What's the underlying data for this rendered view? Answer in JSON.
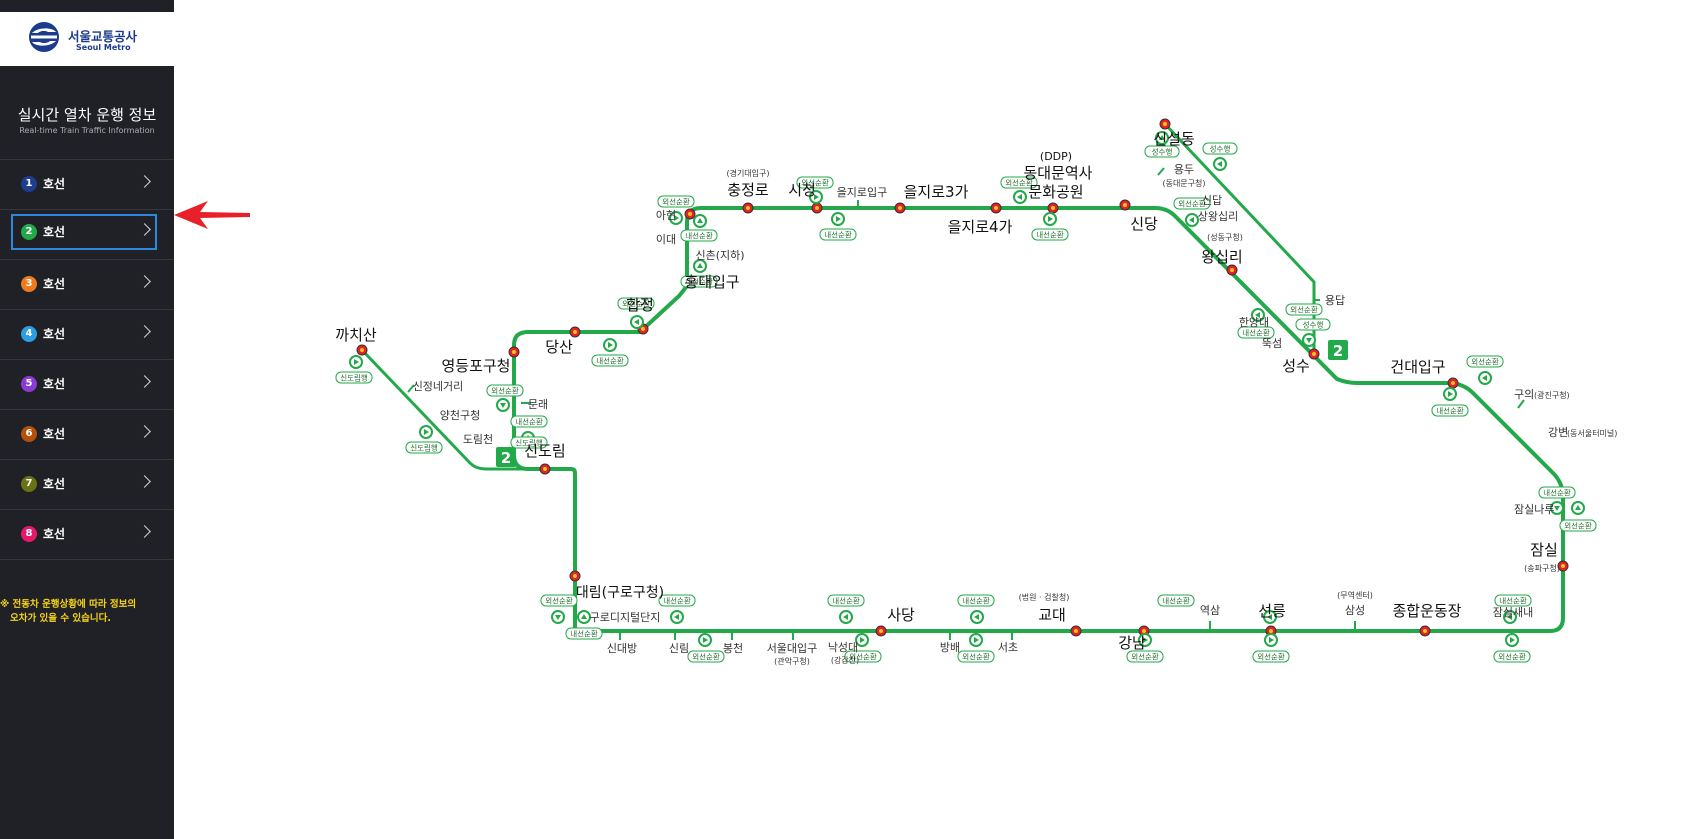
{
  "logo": {
    "name_ko": "서울교통공사",
    "name_en": "Seoul Metro",
    "logo_icon": "seoul-metro-logo"
  },
  "header": {
    "title_ko": "실시간 열차 운행 정보",
    "title_en": "Real-time Train Traffic Information"
  },
  "lines": [
    {
      "num": "1",
      "label": "호선",
      "color": "#1f3c8f"
    },
    {
      "num": "2",
      "label": "호선",
      "color": "#23a84a",
      "selected": true
    },
    {
      "num": "3",
      "label": "호선",
      "color": "#ef7c1c"
    },
    {
      "num": "4",
      "label": "호선",
      "color": "#2d9ee0"
    },
    {
      "num": "5",
      "label": "호선",
      "color": "#8a3bd1"
    },
    {
      "num": "6",
      "label": "호선",
      "color": "#b5500b"
    },
    {
      "num": "7",
      "label": "호선",
      "color": "#697215"
    },
    {
      "num": "8",
      "label": "호선",
      "color": "#e6186c"
    }
  ],
  "notice": {
    "line1": "※ 전동차 운행상황에 따라 정보의",
    "line2": "오차가 있을 수 있습니다."
  },
  "colors": {
    "line2": "#23a84a",
    "sidebar_bg": "#1f2126",
    "selected_border": "#2e86de",
    "notice": "#f5d21a",
    "arrow": "#e8202a"
  },
  "map": {
    "line_badge": "2",
    "pills": {
      "outer": "외선순환",
      "inner": "내선순환",
      "seongsu": "성수행",
      "sindorim": "신도림행"
    },
    "stations": {
      "chungjeongno": "충정로",
      "chungjeongno_sub": "(경기대입구)",
      "cityhall": "시청",
      "euljiro1": "을지로입구",
      "euljiro3": "을지로3가",
      "euljiro4": "을지로4가",
      "ddp_sub": "(DDP)",
      "ddp1": "동대문역사",
      "ddp2": "문화공원",
      "sindang": "신당",
      "sangwangsimni": "상왕십리",
      "wangsimni": "왕십리",
      "wangsimni_sub": "(성동구청)",
      "hanyang": "한양대",
      "ttukseom": "뚝섬",
      "seongsu": "성수",
      "sinseoldong": "신설동",
      "yongdu": "용두",
      "yongdu_sub": "(동대문구청)",
      "sindap": "신답",
      "yongdap": "용답",
      "konkuk": "건대입구",
      "guui": "구의",
      "guui_sub": "(광진구청)",
      "gangbyeon": "강변",
      "gangbyeon_sub": "(동서울터미널)",
      "jamsilnaru": "잠실나루",
      "jamsil": "잠실",
      "jamsil_sub": "(송파구청)",
      "jamsilsaenae": "잠실새내",
      "sports": "종합운동장",
      "samseong": "삼성",
      "samseong_sub": "(무역센터)",
      "seolleung": "선릉",
      "yeoksam": "역삼",
      "gangnam": "강남",
      "gyodae": "교대",
      "gyodae_sub": "(법원 · 검찰청)",
      "seocho": "서초",
      "bangbae": "방배",
      "sadang": "사당",
      "nakseongdae": "낙성대",
      "nakseongdae_sub": "(강감찬)",
      "snu": "서울대입구",
      "snu_sub": "(관악구청)",
      "bongcheon": "봉천",
      "sillim": "신림",
      "sindaebang": "신대방",
      "guro_digital": "구로디지털단지",
      "daerim": "대림(구로구청)",
      "sindorim": "신도림",
      "mullae": "문래",
      "yeongdeungpo": "영등포구청",
      "dangsan": "당산",
      "hapjeong": "합정",
      "hongik": "홍대입구",
      "sinchon": "신촌(지하)",
      "ewha": "이대",
      "ahyeon": "아현",
      "kkachisan": "까치산",
      "sinjeong": "신정네거리",
      "yangcheon": "양천구청",
      "dorimcheon": "도림천"
    }
  }
}
